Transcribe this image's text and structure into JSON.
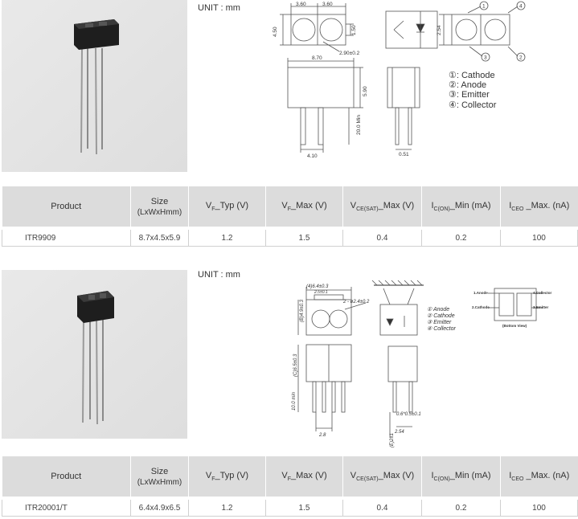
{
  "unit_label": "UNIT : mm",
  "table_headers": {
    "product": "Product",
    "size": "Size",
    "size_sub": "(LxWxHmm)",
    "vf_typ": {
      "main": "V",
      "sub": "F",
      "rest": "_Typ (V)"
    },
    "vf_max": {
      "main": "V",
      "sub": "F",
      "rest": "_Max (V)"
    },
    "vce_max": {
      "main": "V",
      "sub": "CE(SAT)",
      "rest": "_Max (V)"
    },
    "ic_min": {
      "main": "I",
      "sub": "C(ON)",
      "rest": "_Min (mA)"
    },
    "iceo_max": {
      "main": "I",
      "sub": "CEO",
      "rest": " _Max. (nA)"
    }
  },
  "products": [
    {
      "name": "ITR9909",
      "size": "8.7x4.5x5.9",
      "vf_typ": "1.2",
      "vf_max": "1.5",
      "vce_max": "0.4",
      "ic_min": "0.2",
      "iceo_max": "100",
      "diagram": {
        "dims": [
          "3.60",
          "3.60",
          "4.50",
          "1.50",
          "2.90±0.2",
          "8.70",
          "5.90",
          "20.0 Min",
          "4.10",
          "2.54",
          "0.51"
        ],
        "pins": [
          "1",
          "2",
          "3",
          "4"
        ],
        "legend": [
          "①: Cathode",
          "②: Anode",
          "③: Emitter",
          "④: Collector"
        ]
      }
    },
    {
      "name": "ITR20001/T",
      "size": "6.4x4.9x6.5",
      "vf_typ": "1.2",
      "vf_max": "1.5",
      "vce_max": "0.4",
      "ic_min": "0.2",
      "iceo_max": "100",
      "diagram": {
        "dims": [
          "(4)6.4±0.3",
          "2.5±0.1",
          "2 - ø2.4±0.2",
          "(B)4.9±0.3",
          "(C)6.5±0.3",
          "10.0 min",
          "2.8",
          "0.6*0.5±0.1",
          "2.54",
          "(E)2±1"
        ],
        "legend": [
          "① Anode",
          "② Cathode",
          "③ Emitter",
          "④ Collector"
        ],
        "bottom_view": {
          "labels": [
            "1.Anode",
            "4.Collector",
            "2.Cathode",
            "3.Emitter"
          ],
          "caption": "(Bottom View)"
        }
      }
    }
  ]
}
